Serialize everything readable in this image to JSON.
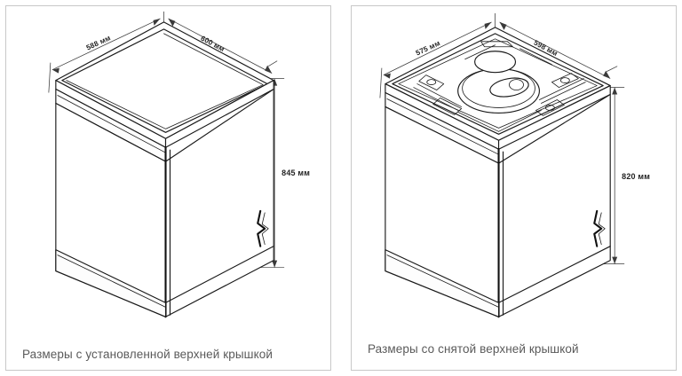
{
  "figure": {
    "title_implied": "Dishwasher dimension drawings",
    "units": "мм"
  },
  "panels": [
    {
      "id": "with-top-cover",
      "caption": "Размеры с установленной верхней крышкой",
      "dimensions": {
        "depth_label": "588 мм",
        "width_label": "600 мм",
        "height_label": "845 мм"
      },
      "drawing": {
        "type": "isometric-appliance",
        "top_cover_installed": true,
        "has_door_handle": true,
        "has_base_plinth": true
      }
    },
    {
      "id": "without-top-cover",
      "caption": "Размеры со снятой верхней крышкой",
      "dimensions": {
        "depth_label": "575 мм",
        "width_label": "598 мм",
        "height_label": "820 мм"
      },
      "drawing": {
        "type": "isometric-appliance",
        "top_cover_installed": false,
        "internals_visible": true,
        "has_door_handle": true,
        "has_base_plinth": true
      }
    }
  ],
  "colors": {
    "panel_border": "#c8c8c8",
    "line": "#1a1a1a",
    "dimension_line": "#3a3a3a",
    "caption_text": "#5a5a5a",
    "background": "#ffffff"
  }
}
